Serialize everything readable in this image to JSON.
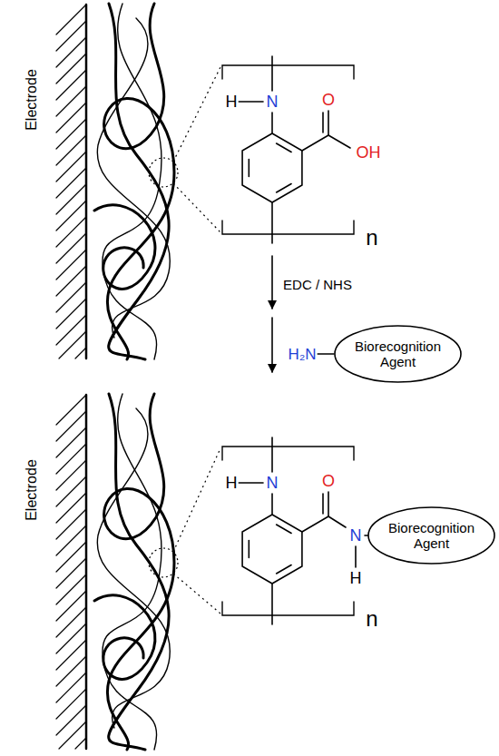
{
  "diagram": {
    "nodes": [
      {
        "text": [
          "Biorecognition Agent"
        ]
      },
      {
        "text": [
          "Biorecognition Agent"
        ]
      }
    ],
    "labels": [
      "Electrode",
      "H",
      "N",
      "O",
      "OH",
      "n",
      "EDC / NHS",
      "H₂N",
      "Electrode",
      "H",
      "N",
      "O",
      "N",
      "H",
      "n"
    ]
  }
}
